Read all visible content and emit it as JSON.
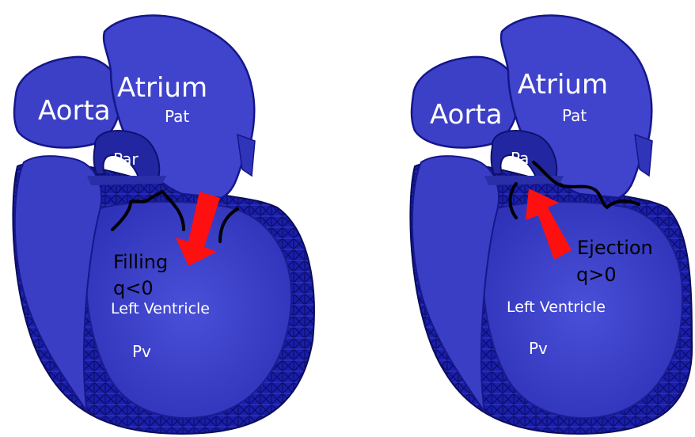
{
  "colors": {
    "tissue": "#3b3fc8",
    "tissue_dark": "#12148a",
    "tissue_light": "#5a60e0",
    "arrow": "#ff1010",
    "valve": "#000000",
    "background": "#ffffff"
  },
  "icons": {
    "flow_arrow": "arrow",
    "valve_curve": "valve-curve"
  },
  "panels": [
    {
      "phase_label": "Filling",
      "condition_label": "q<0",
      "labels": {
        "aorta": "Aorta",
        "atrium": "Atrium",
        "atrial_pressure": "Pat",
        "arterial_pressure": "Par",
        "ventricle": "Left Ventricle",
        "ventricular_pressure": "Pv"
      },
      "flow_direction": "atrium-to-ventricle"
    },
    {
      "phase_label": "Ejection",
      "condition_label": "q>0",
      "labels": {
        "aorta": "Aorta",
        "atrium": "Atrium",
        "atrial_pressure": "Pat",
        "arterial_pressure": "Pa",
        "ventricle": "Left Ventricle",
        "ventricular_pressure": "Pv"
      },
      "flow_direction": "ventricle-to-aorta"
    }
  ]
}
